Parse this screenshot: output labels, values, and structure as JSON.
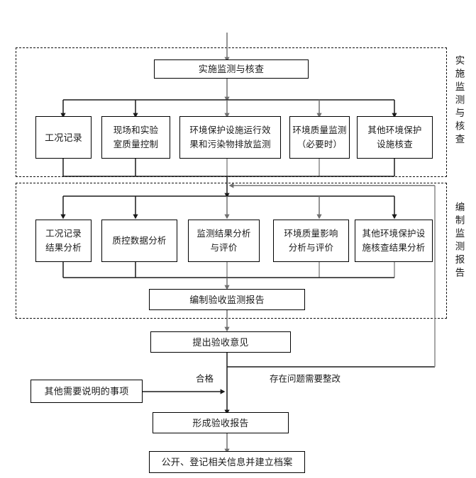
{
  "diagram": {
    "title_groups": [
      {
        "id": "group-implement",
        "label": "实施监测与核查"
      },
      {
        "id": "group-report",
        "label": "编制监测报告"
      }
    ],
    "nodes": {
      "implement_main": {
        "text": "实施监测与核查"
      },
      "row1": [
        {
          "id": "working-condition-record",
          "lines": [
            "工况记录"
          ]
        },
        {
          "id": "site-and-lab-qc",
          "lines": [
            "现场和实验",
            "室质量控制"
          ]
        },
        {
          "id": "env-facility-effect-and-pollutant-monitoring",
          "lines": [
            "环境保护设施运行效",
            "果和污染物排放监测"
          ]
        },
        {
          "id": "env-quality-monitoring",
          "lines": [
            "环境质量监测",
            "（必要时）"
          ]
        },
        {
          "id": "other-env-facility-check",
          "lines": [
            "其他环境保护",
            "设施核查"
          ]
        }
      ],
      "row2": [
        {
          "id": "working-condition-record-analysis",
          "lines": [
            "工况记录",
            "结果分析"
          ]
        },
        {
          "id": "qc-data-analysis",
          "lines": [
            "质控数据分析"
          ]
        },
        {
          "id": "monitoring-result-analysis-evaluation",
          "lines": [
            "监测结果分析",
            "与评价"
          ]
        },
        {
          "id": "env-quality-impact-analysis-evaluation",
          "lines": [
            "环境质量影响",
            "分析与评价"
          ]
        },
        {
          "id": "other-env-facility-check-result-analysis",
          "lines": [
            "其他环境保护设",
            "施核查结果分析"
          ]
        }
      ],
      "compile_report": {
        "text": "编制验收监测报告"
      },
      "propose_opinion": {
        "text": "提出验收意见"
      },
      "other_matters": {
        "text": "其他需要说明的事项"
      },
      "form_acceptance_report": {
        "text": "形成验收报告"
      },
      "publish_register": {
        "text": "公开、登记相关信息并建立档案"
      }
    },
    "edge_labels": {
      "qualified": "合格",
      "needs_rectification": "存在问题需要整改"
    },
    "colors": {
      "line_black": "#1a1a1a",
      "line_gray": "#808080",
      "box_border": "#000000",
      "background": "#ffffff"
    }
  }
}
